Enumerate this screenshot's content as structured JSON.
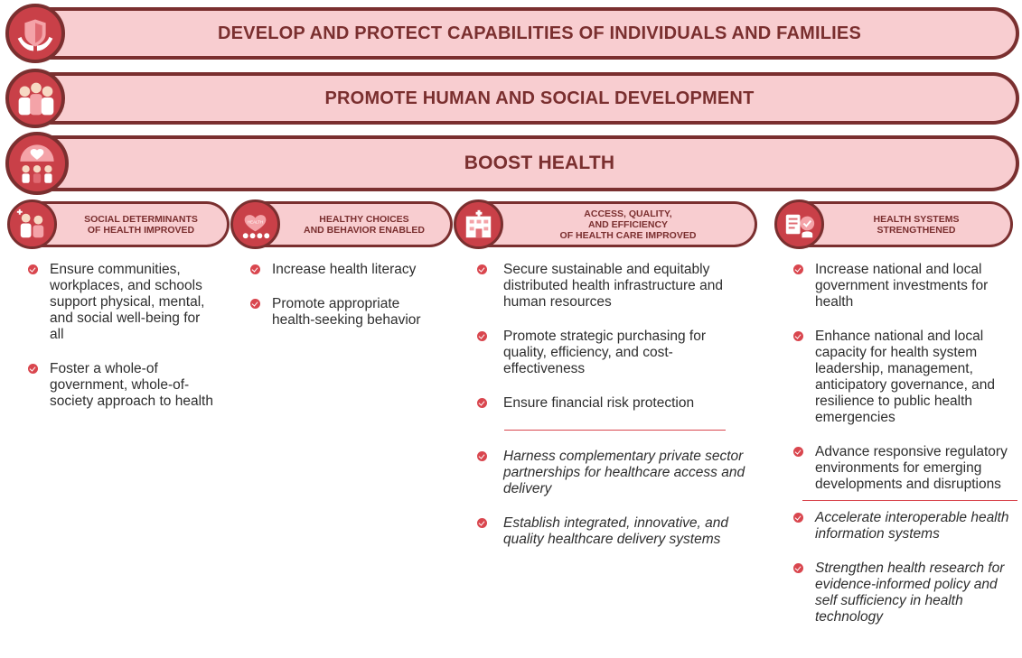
{
  "bands": [
    {
      "title": "DEVELOP AND PROTECT CAPABILITIES OF INDIVIDUALS AND FAMILIES",
      "icon": "hands-shield-icon"
    },
    {
      "title": "PROMOTE HUMAN AND SOCIAL DEVELOPMENT",
      "icon": "people-group-icon"
    },
    {
      "title": "BOOST HEALTH",
      "icon": "health-community-icon"
    }
  ],
  "pillars": [
    {
      "title": "SOCIAL DETERMINANTS\nOF HEALTH IMPROVED",
      "icon": "medical-staff-icon",
      "items": [
        {
          "text": "Ensure communities, workplaces, and schools support physical, mental, and social well-being for all",
          "italic": false
        },
        {
          "text": "Foster a whole-of government, whole-of-society approach to health",
          "italic": false
        }
      ]
    },
    {
      "title": "HEALTHY CHOICES\nAND BEHAVIOR ENABLED",
      "icon": "heart-health-icon",
      "heart_label": "HEALTH",
      "items": [
        {
          "text": "Increase health literacy",
          "italic": false
        },
        {
          "text": "Promote appropriate health-seeking behavior",
          "italic": false
        }
      ]
    },
    {
      "title": "ACCESS, QUALITY,\nAND EFFICIENCY\nOF HEALTH CARE IMPROVED",
      "icon": "hospital-icon",
      "items": [
        {
          "text": "Secure sustainable and equitably distributed health infrastructure and human resources",
          "italic": false
        },
        {
          "text": "Promote strategic purchasing for quality, efficiency, and cost-effectiveness",
          "italic": false
        },
        {
          "text": "Ensure financial risk protection",
          "italic": false
        },
        {
          "separator": true
        },
        {
          "text": "Harness complementary private sector partnerships for healthcare access and delivery",
          "italic": true
        },
        {
          "text": "Establish integrated, innovative, and quality healthcare delivery systems",
          "italic": true
        }
      ]
    },
    {
      "title": "HEALTH SYSTEMS\nSTRENGTHENED",
      "icon": "health-system-icon",
      "items": [
        {
          "text": "Increase national and local government investments for health",
          "italic": false
        },
        {
          "text": "Enhance national and local capacity for health system leadership, management, anticipatory governance, and resilience to public health emergencies",
          "italic": false
        },
        {
          "text": "Advance responsive regulatory environments for emerging developments and disruptions",
          "italic": false
        },
        {
          "separator": true
        },
        {
          "text": "Accelerate interoperable health information systems",
          "italic": true
        },
        {
          "text": "Strengthen health research for evidence-informed policy and self sufficiency in health technology",
          "italic": true
        }
      ]
    }
  ],
  "colors": {
    "maroon": "#7a2f2f",
    "pink": "#f8cdd0",
    "red": "#d9464e"
  }
}
